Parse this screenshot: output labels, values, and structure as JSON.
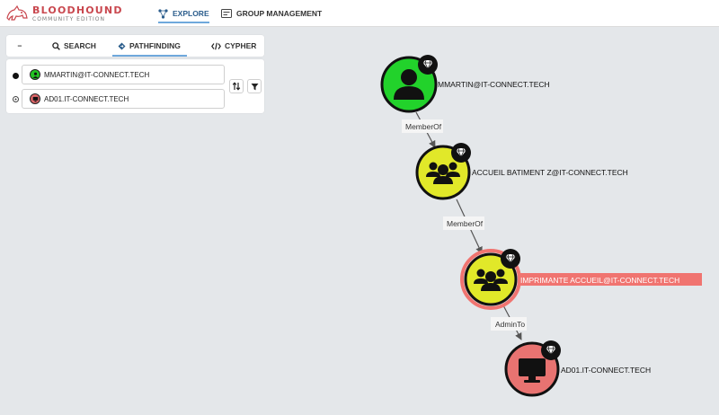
{
  "header": {
    "logo_title": "BLOODHOUND",
    "logo_subtitle": "COMMUNITY EDITION",
    "nav": [
      {
        "label": "EXPLORE",
        "icon": "explore-icon",
        "active": true
      },
      {
        "label": "GROUP MANAGEMENT",
        "icon": "group-management-icon",
        "active": false
      }
    ]
  },
  "panel": {
    "collapse_label": "−",
    "tabs": [
      {
        "label": "SEARCH",
        "icon": "search-icon"
      },
      {
        "label": "PATHFINDING",
        "icon": "pathfinding-icon",
        "active": true
      },
      {
        "label": "CYPHER",
        "icon": "code-icon"
      }
    ],
    "start_node": {
      "label": "MMARTIN@IT-CONNECT.TECH",
      "type": "User",
      "color": "#22c322"
    },
    "end_node": {
      "label": "AD01.IT-CONNECT.TECH",
      "type": "Computer",
      "color": "#e0686b"
    }
  },
  "graph": {
    "nodes": [
      {
        "label": "MMARTIN@IT-CONNECT.TECH",
        "type": "User",
        "color": "#22d22b",
        "highlighted": false
      },
      {
        "label": "ACCUEIL BATIMENT Z@IT-CONNECT.TECH",
        "type": "Group",
        "color": "#e1e829",
        "highlighted": false
      },
      {
        "label": "IMPRIMANTE ACCUEIL@IT-CONNECT.TECH",
        "type": "Group",
        "color": "#e1e829",
        "highlighted": true
      },
      {
        "label": "AD01.IT-CONNECT.TECH",
        "type": "Computer",
        "color": "#e87371",
        "highlighted": false
      }
    ],
    "edges": [
      {
        "label": "MemberOf"
      },
      {
        "label": "MemberOf"
      },
      {
        "label": "AdminTo"
      }
    ],
    "colors": {
      "highlight_label_bg": "#f07470",
      "highlight_ring": "#f07470",
      "edge": "#555555"
    }
  }
}
